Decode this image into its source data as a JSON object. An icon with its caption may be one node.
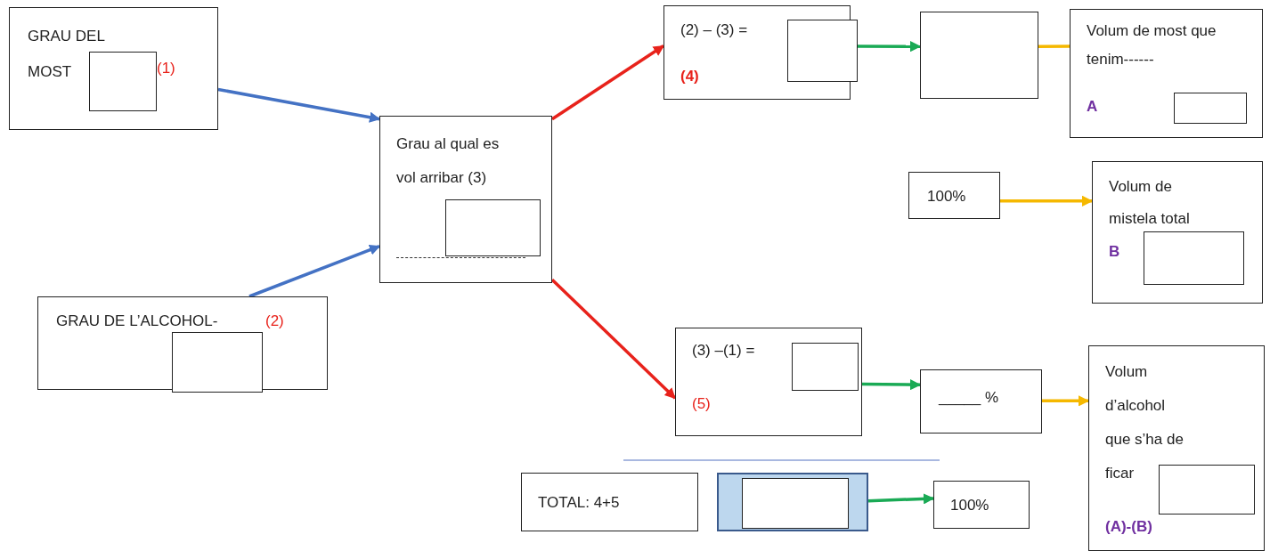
{
  "diagram": {
    "nodes": [
      {
        "text": [
          "GRAU DEL MOST",
          "(1)"
        ]
      },
      {
        "text": [],
        "shape": "box",
        "in": 0
      },
      {
        "text": [
          "Grau al qual es vol arribar (3)"
        ]
      },
      {
        "text": [],
        "shape": "box",
        "in": 2
      },
      {
        "text": [
          "GRAU DE  L’ALCOHOL-",
          "(2)"
        ]
      },
      {
        "text": [],
        "shape": "box",
        "in": 4
      },
      {
        "text": [
          "(2) – (3) =",
          "(4)"
        ]
      },
      {
        "text": [],
        "shape": "box"
      },
      {
        "text": [],
        "shape": "box"
      },
      {
        "text": [
          "Volum de most que tenim------",
          "A"
        ]
      },
      {
        "text": [],
        "shape": "box",
        "in": 9
      },
      {
        "text": [
          "100%"
        ]
      },
      {
        "text": [
          "Volum de mistela  total",
          "B"
        ]
      },
      {
        "text": [],
        "shape": "box",
        "in": 12
      },
      {
        "text": [
          "(3) –(1) =",
          "(5)"
        ]
      },
      {
        "text": [],
        "shape": "box",
        "in": 14
      },
      {
        "text": [
          "_____  %"
        ]
      },
      {
        "text": [
          "Volum d’alcohol que s’ha de ficar",
          "(A)-(B)"
        ]
      },
      {
        "text": [],
        "shape": "box",
        "in": 17
      },
      {
        "text": [
          "TOTAL: 4+5"
        ]
      },
      {
        "text": [],
        "shape": "box"
      },
      {
        "text": [],
        "shape": "box",
        "in": 20
      },
      {
        "text": [
          "100%"
        ]
      }
    ],
    "edges": [
      {
        "from": 0,
        "to": 2,
        "arrow": "to",
        "color": "#4472c4"
      },
      {
        "from": 4,
        "to": 2,
        "arrow": "to",
        "color": "#4472c4"
      },
      {
        "from": 2,
        "to": 6,
        "arrow": "to",
        "color": "#e8221b"
      },
      {
        "from": 2,
        "to": 14,
        "arrow": "to",
        "color": "#e8221b"
      },
      {
        "from": 7,
        "to": 8,
        "arrow": "to",
        "color": "#1aaa55"
      },
      {
        "from": 8,
        "to": 9,
        "arrow": "none",
        "color": "#f5b800"
      },
      {
        "from": 11,
        "to": 12,
        "arrow": "to",
        "color": "#f5b800"
      },
      {
        "from": 14,
        "to": 16,
        "arrow": "to",
        "color": "#1aaa55"
      },
      {
        "from": 16,
        "to": 17,
        "arrow": "to",
        "color": "#f5b800"
      },
      {
        "from": 20,
        "to": 22,
        "arrow": "to",
        "color": "#1aaa55"
      }
    ]
  }
}
